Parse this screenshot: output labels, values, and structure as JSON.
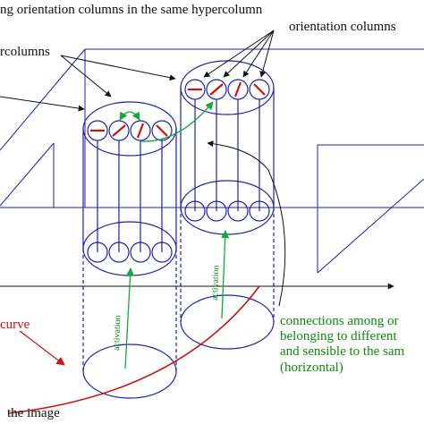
{
  "labels": {
    "top_partial": "ng orientation columns in the same hypercolumn",
    "orientation_columns": "orientation columns",
    "hypercolumns_partial": "rcolumns",
    "activation_left": "activation",
    "activation_right": "activation",
    "connections_line1": "connections among or",
    "connections_line2": "belonging to different",
    "connections_line3": "and sensible to the sam",
    "connections_line4": "(horizontal)",
    "curve_partial": "curve",
    "image_partial": "the image"
  },
  "colors": {
    "structure": "#2222aa",
    "connection_text": "#118811",
    "activation_arrow": "#11aa33",
    "curve": "#cc1111",
    "label_text": "#111111"
  }
}
